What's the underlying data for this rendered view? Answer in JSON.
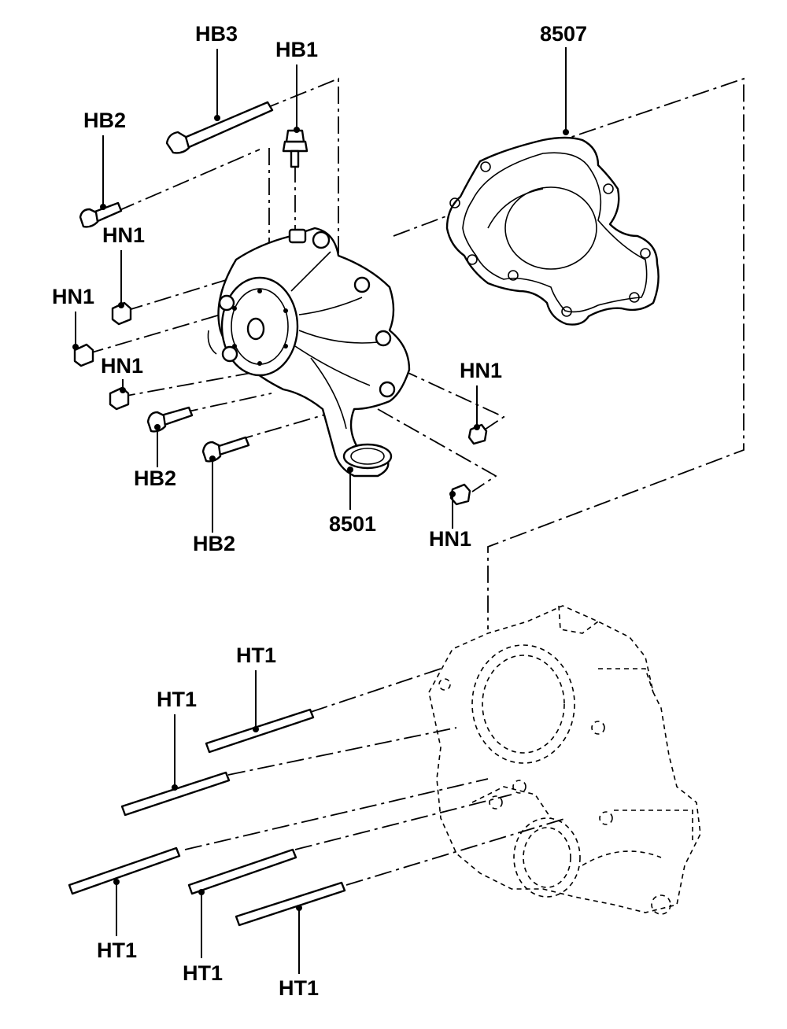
{
  "callouts": {
    "hb3": "HB3",
    "hb1": "HB1",
    "p8507": "8507",
    "hb2_top": "HB2",
    "hn1_a": "HN1",
    "hn1_b": "HN1",
    "hn1_c": "HN1",
    "hn1_right_upper": "HN1",
    "hn1_right_lower": "HN1",
    "hb2_mid": "HB2",
    "hb2_low": "HB2",
    "p8501": "8501",
    "ht1_top": "HT1",
    "ht1_second": "HT1",
    "ht1_bottom_left": "HT1",
    "ht1_bottom_mid": "HT1",
    "ht1_bottom_right": "HT1"
  }
}
